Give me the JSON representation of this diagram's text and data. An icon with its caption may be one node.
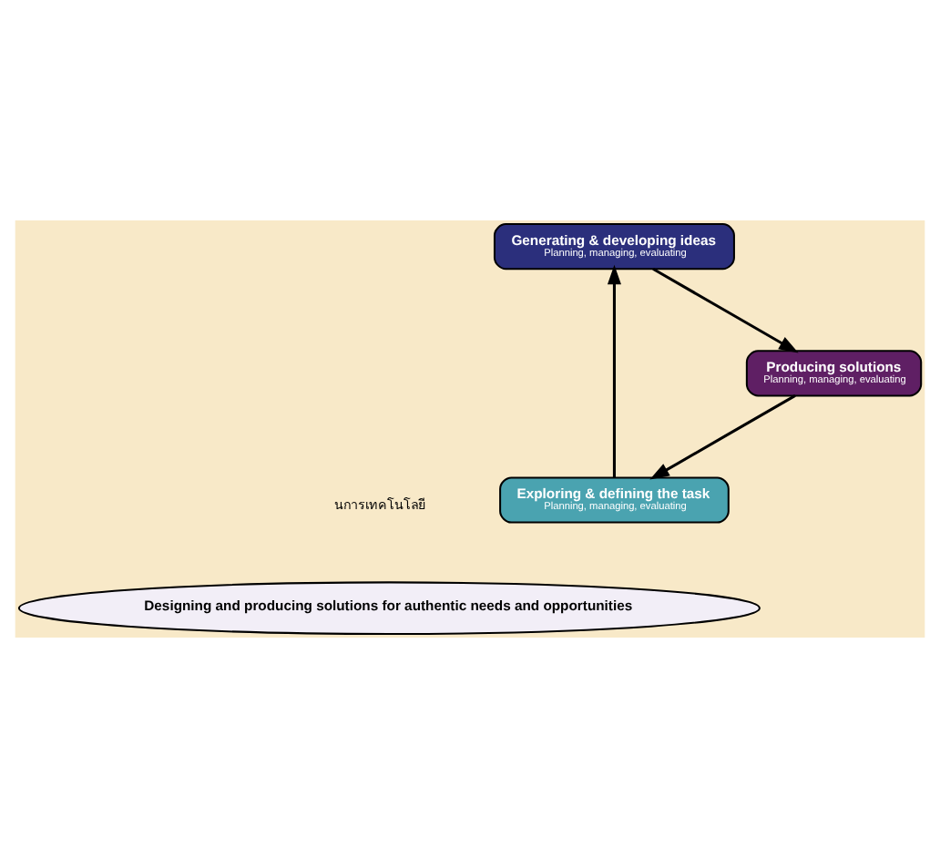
{
  "diagram": {
    "nodes": [
      {
        "text": [
          "Exploring & defining the task",
          "Planning, managing, evaluating"
        ]
      },
      {
        "text": [
          "Generating & developing ideas",
          "Planning, managing, evaluating"
        ]
      },
      {
        "text": [
          "Producing solutions",
          "Planning, managing, evaluating"
        ]
      },
      {
        "text": [
          "Designing and producing solutions for authentic needs and opportunities"
        ]
      }
    ],
    "edges": [
      {
        "from": 0,
        "to": 1,
        "arrow": "to"
      },
      {
        "from": 1,
        "to": 2,
        "arrow": "to"
      },
      {
        "from": 2,
        "to": 0,
        "arrow": "to"
      }
    ],
    "labels": [
      "นการเทคโนโลยี"
    ]
  }
}
